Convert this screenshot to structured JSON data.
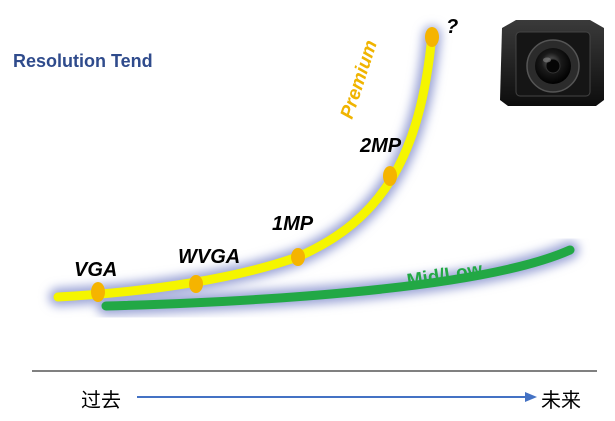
{
  "title": "Resolution Tend",
  "premium_label": "Premium",
  "midlow_label": "Mid/Low",
  "milestones": [
    "VGA",
    "WVGA",
    "1MP",
    "2MP",
    "?"
  ],
  "axis": {
    "left": "过去",
    "right": "未来"
  },
  "colors": {
    "premium": "#F5F500",
    "midlow": "#22A845",
    "marker": "#F5B400",
    "glow": "#9AA3D6",
    "arrow": "#4472C4",
    "title": "#2F4B8C",
    "premium_text": "#F0B400"
  }
}
